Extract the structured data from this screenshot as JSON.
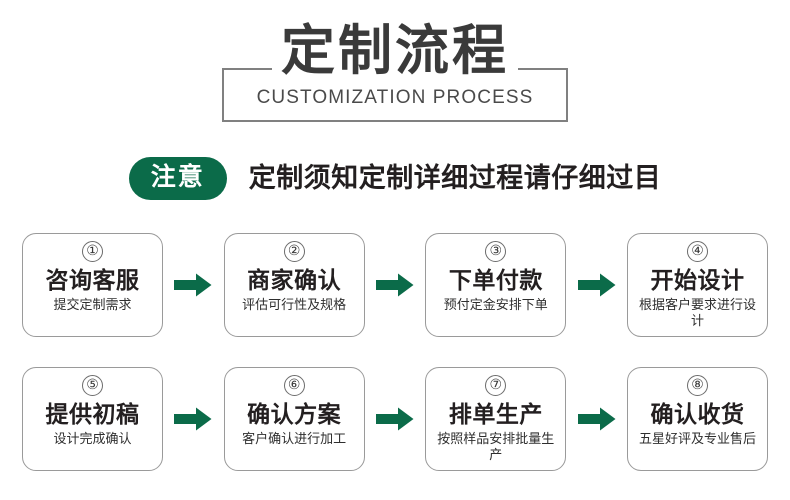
{
  "header": {
    "title_cn": "定制流程",
    "title_en": "CUSTOMIZATION PROCESS",
    "frame_color": "#808080",
    "title_color": "#3a3a3a"
  },
  "notice": {
    "badge_label": "注意",
    "badge_color": "#0b6b49",
    "text": "定制须知定制详细过程请仔细过目"
  },
  "flow": {
    "arrow_color": "#0b6b49",
    "box_border_color": "#9a9a9a",
    "rows": [
      {
        "steps": [
          {
            "number": "①",
            "title": "咨询客服",
            "sub": "提交定制需求"
          },
          {
            "number": "②",
            "title": "商家确认",
            "sub": "评估可行性及规格"
          },
          {
            "number": "③",
            "title": "下单付款",
            "sub": "预付定金安排下单"
          },
          {
            "number": "④",
            "title": "开始设计",
            "sub": "根据客户要求进行设计"
          }
        ]
      },
      {
        "steps": [
          {
            "number": "⑤",
            "title": "提供初稿",
            "sub": "设计完成确认"
          },
          {
            "number": "⑥",
            "title": "确认方案",
            "sub": "客户确认进行加工"
          },
          {
            "number": "⑦",
            "title": "排单生产",
            "sub": "按照样品安排批量生产"
          },
          {
            "number": "⑧",
            "title": "确认收货",
            "sub": "五星好评及专业售后"
          }
        ]
      }
    ]
  }
}
